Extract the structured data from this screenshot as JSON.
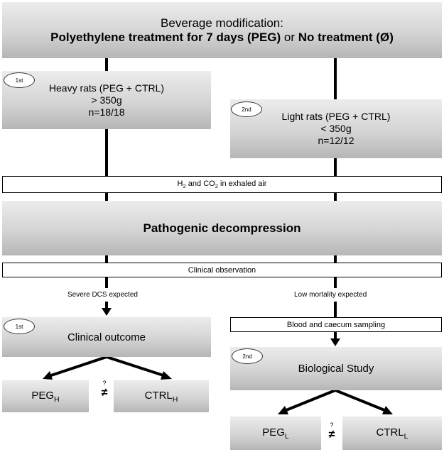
{
  "top": {
    "line1": "Beverage modification:",
    "line2_bold_a": "Polyethylene treatment for 7 days (PEG)",
    "line2_or": " or ",
    "line2_bold_b": "No treatment (Ø)"
  },
  "heavy": {
    "badge": "1st",
    "title": "Heavy rats (PEG + CTRL)",
    "weight": "> 350g",
    "n": "n=18/18"
  },
  "light": {
    "badge": "2nd",
    "title": "Light rats (PEG + CTRL)",
    "weight": "< 350g",
    "n": "n=12/12"
  },
  "exhaled": {
    "h": "H",
    "h_sub": "2",
    "and": " and CO",
    "co_sub": "2",
    "rest": " in exhaled air"
  },
  "decompression": "Pathogenic decompression",
  "clinical_obs": "Clinical observation",
  "severe": "Severe DCS expected",
  "low_mortality": "Low mortality expected",
  "blood": "Blood and caecum sampling",
  "clinical_outcome": {
    "badge": "1st",
    "title": "Clinical outcome"
  },
  "biological": {
    "badge": "2nd",
    "title": "Biological Study"
  },
  "heavy_groups": {
    "peg": "PEG",
    "peg_sub": "H",
    "ctrl": "CTRL",
    "ctrl_sub": "H",
    "q": "?",
    "neq": "≠"
  },
  "light_groups": {
    "peg": "PEG",
    "peg_sub": "L",
    "ctrl": "CTRL",
    "ctrl_sub": "L",
    "q": "?",
    "neq": "≠"
  },
  "colors": {
    "box_light": "#ececec",
    "box_dark": "#b6b6b6",
    "line": "#000000"
  }
}
